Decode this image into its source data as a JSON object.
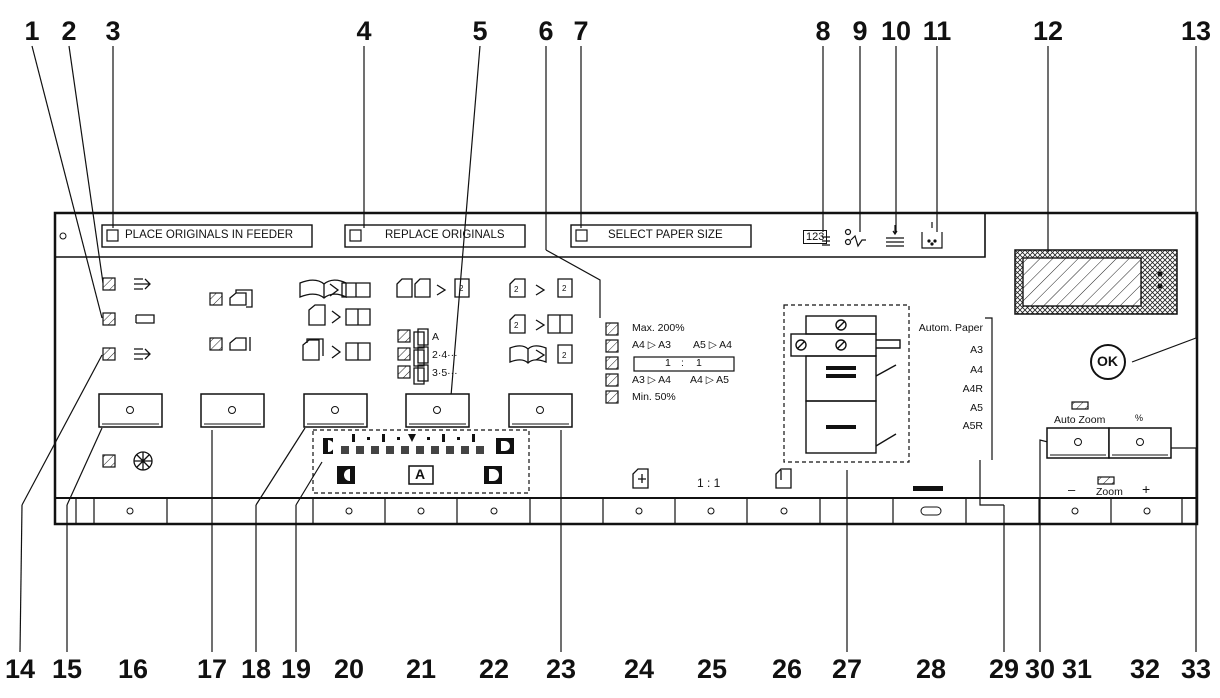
{
  "callouts": [
    "1",
    "2",
    "3",
    "4",
    "5",
    "6",
    "7",
    "8",
    "9",
    "10",
    "11",
    "12",
    "13",
    "14",
    "15",
    "16",
    "17",
    "18",
    "19",
    "20",
    "21",
    "22",
    "23",
    "24",
    "25",
    "26",
    "27",
    "28",
    "29",
    "30",
    "31",
    "32",
    "33"
  ],
  "messages": {
    "feeder": "PLACE ORIGINALS IN FEEDER",
    "replace": "REPLACE ORIGINALS",
    "paper": "SELECT PAPER SIZE"
  },
  "counter_icon": "123",
  "zoom_presets": {
    "max": "Max. 200%",
    "a4a3": "A4 ▷ A3",
    "a5a4": "A5 ▷ A4",
    "one": "1",
    "colon": ":",
    "one2": "1",
    "a3a4": "A3 ▷ A4",
    "a4a5": "A4 ▷ A5",
    "min": "Min. 50%"
  },
  "sort_labels": {
    "a": "A",
    "b": "2·4···",
    "c": "3·5···"
  },
  "paper_sizes": [
    "Autom. Paper",
    "A3",
    "A4",
    "A4R",
    "A5",
    "A5R"
  ],
  "density_label": "A",
  "ratio_label": "1 : 1",
  "auto_zoom_label": "Auto Zoom",
  "percent_label": "%",
  "zoom_label": "Zoom",
  "minus_label": "–",
  "plus_label": "+",
  "ok_label": "OK"
}
